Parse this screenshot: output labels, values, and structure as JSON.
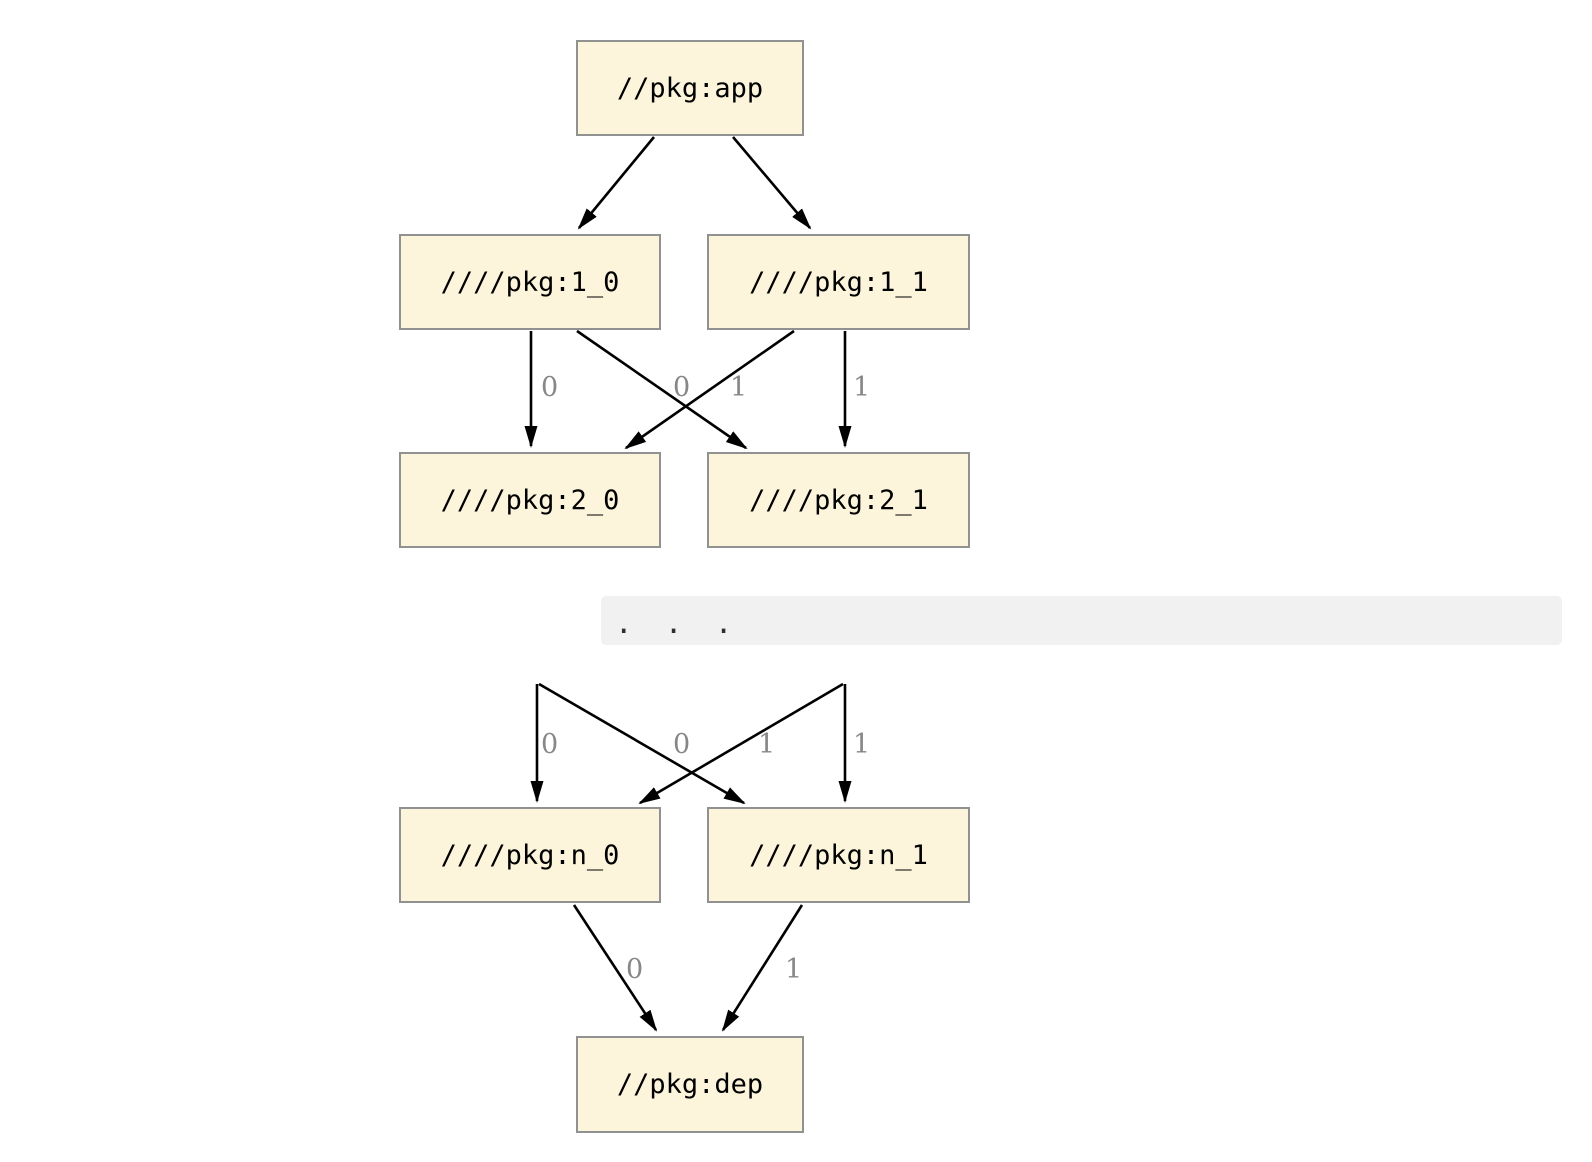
{
  "diagram": {
    "kind": "dependency-graph",
    "direction": "top-down",
    "nodes": [
      {
        "id": "app",
        "label": "//pkg:app"
      },
      {
        "id": "1_0",
        "label": "////pkg:1_0"
      },
      {
        "id": "1_1",
        "label": "////pkg:1_1"
      },
      {
        "id": "2_0",
        "label": "////pkg:2_0"
      },
      {
        "id": "2_1",
        "label": "////pkg:2_1"
      },
      {
        "id": "n_0",
        "label": "////pkg:n_0"
      },
      {
        "id": "n_1",
        "label": "////pkg:n_1"
      },
      {
        "id": "dep",
        "label": "//pkg:dep"
      }
    ],
    "edges": [
      {
        "from": "app",
        "to": "1_0",
        "label": ""
      },
      {
        "from": "app",
        "to": "1_1",
        "label": ""
      },
      {
        "from": "1_0",
        "to": "2_0",
        "label": "0"
      },
      {
        "from": "1_0",
        "to": "2_1",
        "label": "1"
      },
      {
        "from": "1_1",
        "to": "2_0",
        "label": "0"
      },
      {
        "from": "1_1",
        "to": "2_1",
        "label": "1"
      },
      {
        "from": "ellipsis",
        "to": "n_0",
        "label": "0"
      },
      {
        "from": "ellipsis",
        "to": "n_1",
        "label": "1"
      },
      {
        "from": "ellipsis",
        "to": "n_0",
        "label": "0"
      },
      {
        "from": "ellipsis",
        "to": "n_1",
        "label": "1"
      },
      {
        "from": "n_0",
        "to": "dep",
        "label": "0"
      },
      {
        "from": "n_1",
        "to": "dep",
        "label": "1"
      }
    ],
    "ellipsis": {
      "text": ". . ."
    },
    "colors": {
      "node_fill": "#FCF5DB",
      "node_border": "#8F9290",
      "edge": "#000000",
      "edge_label": "#878787",
      "ellipsis_background": "#F1F1F2",
      "ellipsis_dots": "#2E2E2E",
      "page_background": "#FFFFFF"
    }
  }
}
